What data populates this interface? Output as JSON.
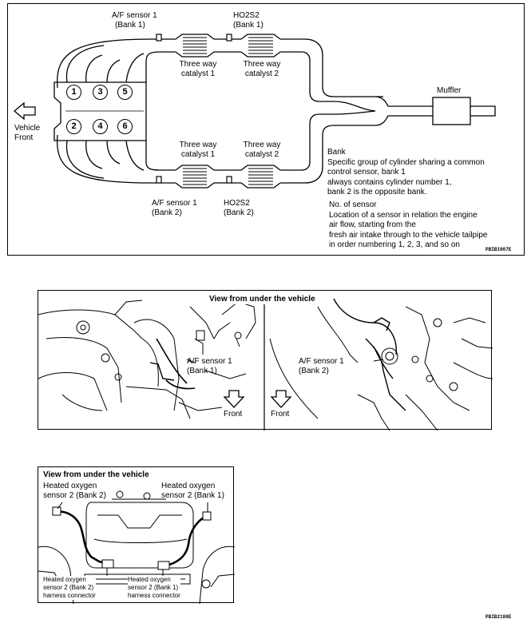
{
  "top_diagram": {
    "cylinders_bank1": [
      "1",
      "3",
      "5"
    ],
    "cylinders_bank2": [
      "2",
      "4",
      "6"
    ],
    "vehicle_front": [
      "Vehicle",
      "Front"
    ],
    "af_sensor_bank1": [
      "A/F sensor 1",
      "(Bank 1)"
    ],
    "ho2s2_bank1": [
      "HO2S2",
      "(Bank 1)"
    ],
    "af_sensor_bank2": [
      "A/F sensor 1",
      "(Bank 2)"
    ],
    "ho2s2_bank2": [
      "HO2S2",
      "(Bank 2)"
    ],
    "catalyst_bank1_1": [
      "Three way",
      "catalyst 1"
    ],
    "catalyst_bank1_2": [
      "Three way",
      "catalyst 2"
    ],
    "catalyst_bank2_1": [
      "Three way",
      "catalyst 1"
    ],
    "catalyst_bank2_2": [
      "Three way",
      "catalyst 2"
    ],
    "muffler": "Muffler",
    "bank_heading": "Bank",
    "bank_desc": [
      "Specific group of cylinder sharing a common",
      "control sensor, bank 1",
      "always contains cylinder number 1,",
      "bank 2 is the opposite bank."
    ],
    "no_sensor_heading": "No. of sensor",
    "no_sensor_desc": [
      "Location of a sensor in relation the engine",
      "air flow, starting from the",
      "fresh air intake through to the vehicle tailpipe",
      "in order numbering 1, 2, 3, and so on"
    ],
    "code": "PBIB1907E"
  },
  "middle_diagram": {
    "title": "View from under the vehicle",
    "left_label": [
      "A/F sensor 1",
      "(Bank 1)"
    ],
    "right_label": [
      "A/F sensor 1",
      "(Bank 2)"
    ],
    "front_left": "Front",
    "front_right": "Front"
  },
  "bottom_diagram": {
    "title": "View from under the vehicle",
    "sensor_bank2": [
      "Heated oxygen",
      "sensor 2 (Bank 2)"
    ],
    "sensor_bank1": [
      "Heated oxygen",
      "sensor 2 (Bank 1)"
    ],
    "connector_bank2": [
      "Heated oxygen",
      "sensor 2 (Bank 2)",
      "harness connector"
    ],
    "connector_bank1": [
      "Heated oxygen",
      "sensor 2 (Bank 1)",
      "harness connector"
    ],
    "code": "PBIB2188E"
  }
}
